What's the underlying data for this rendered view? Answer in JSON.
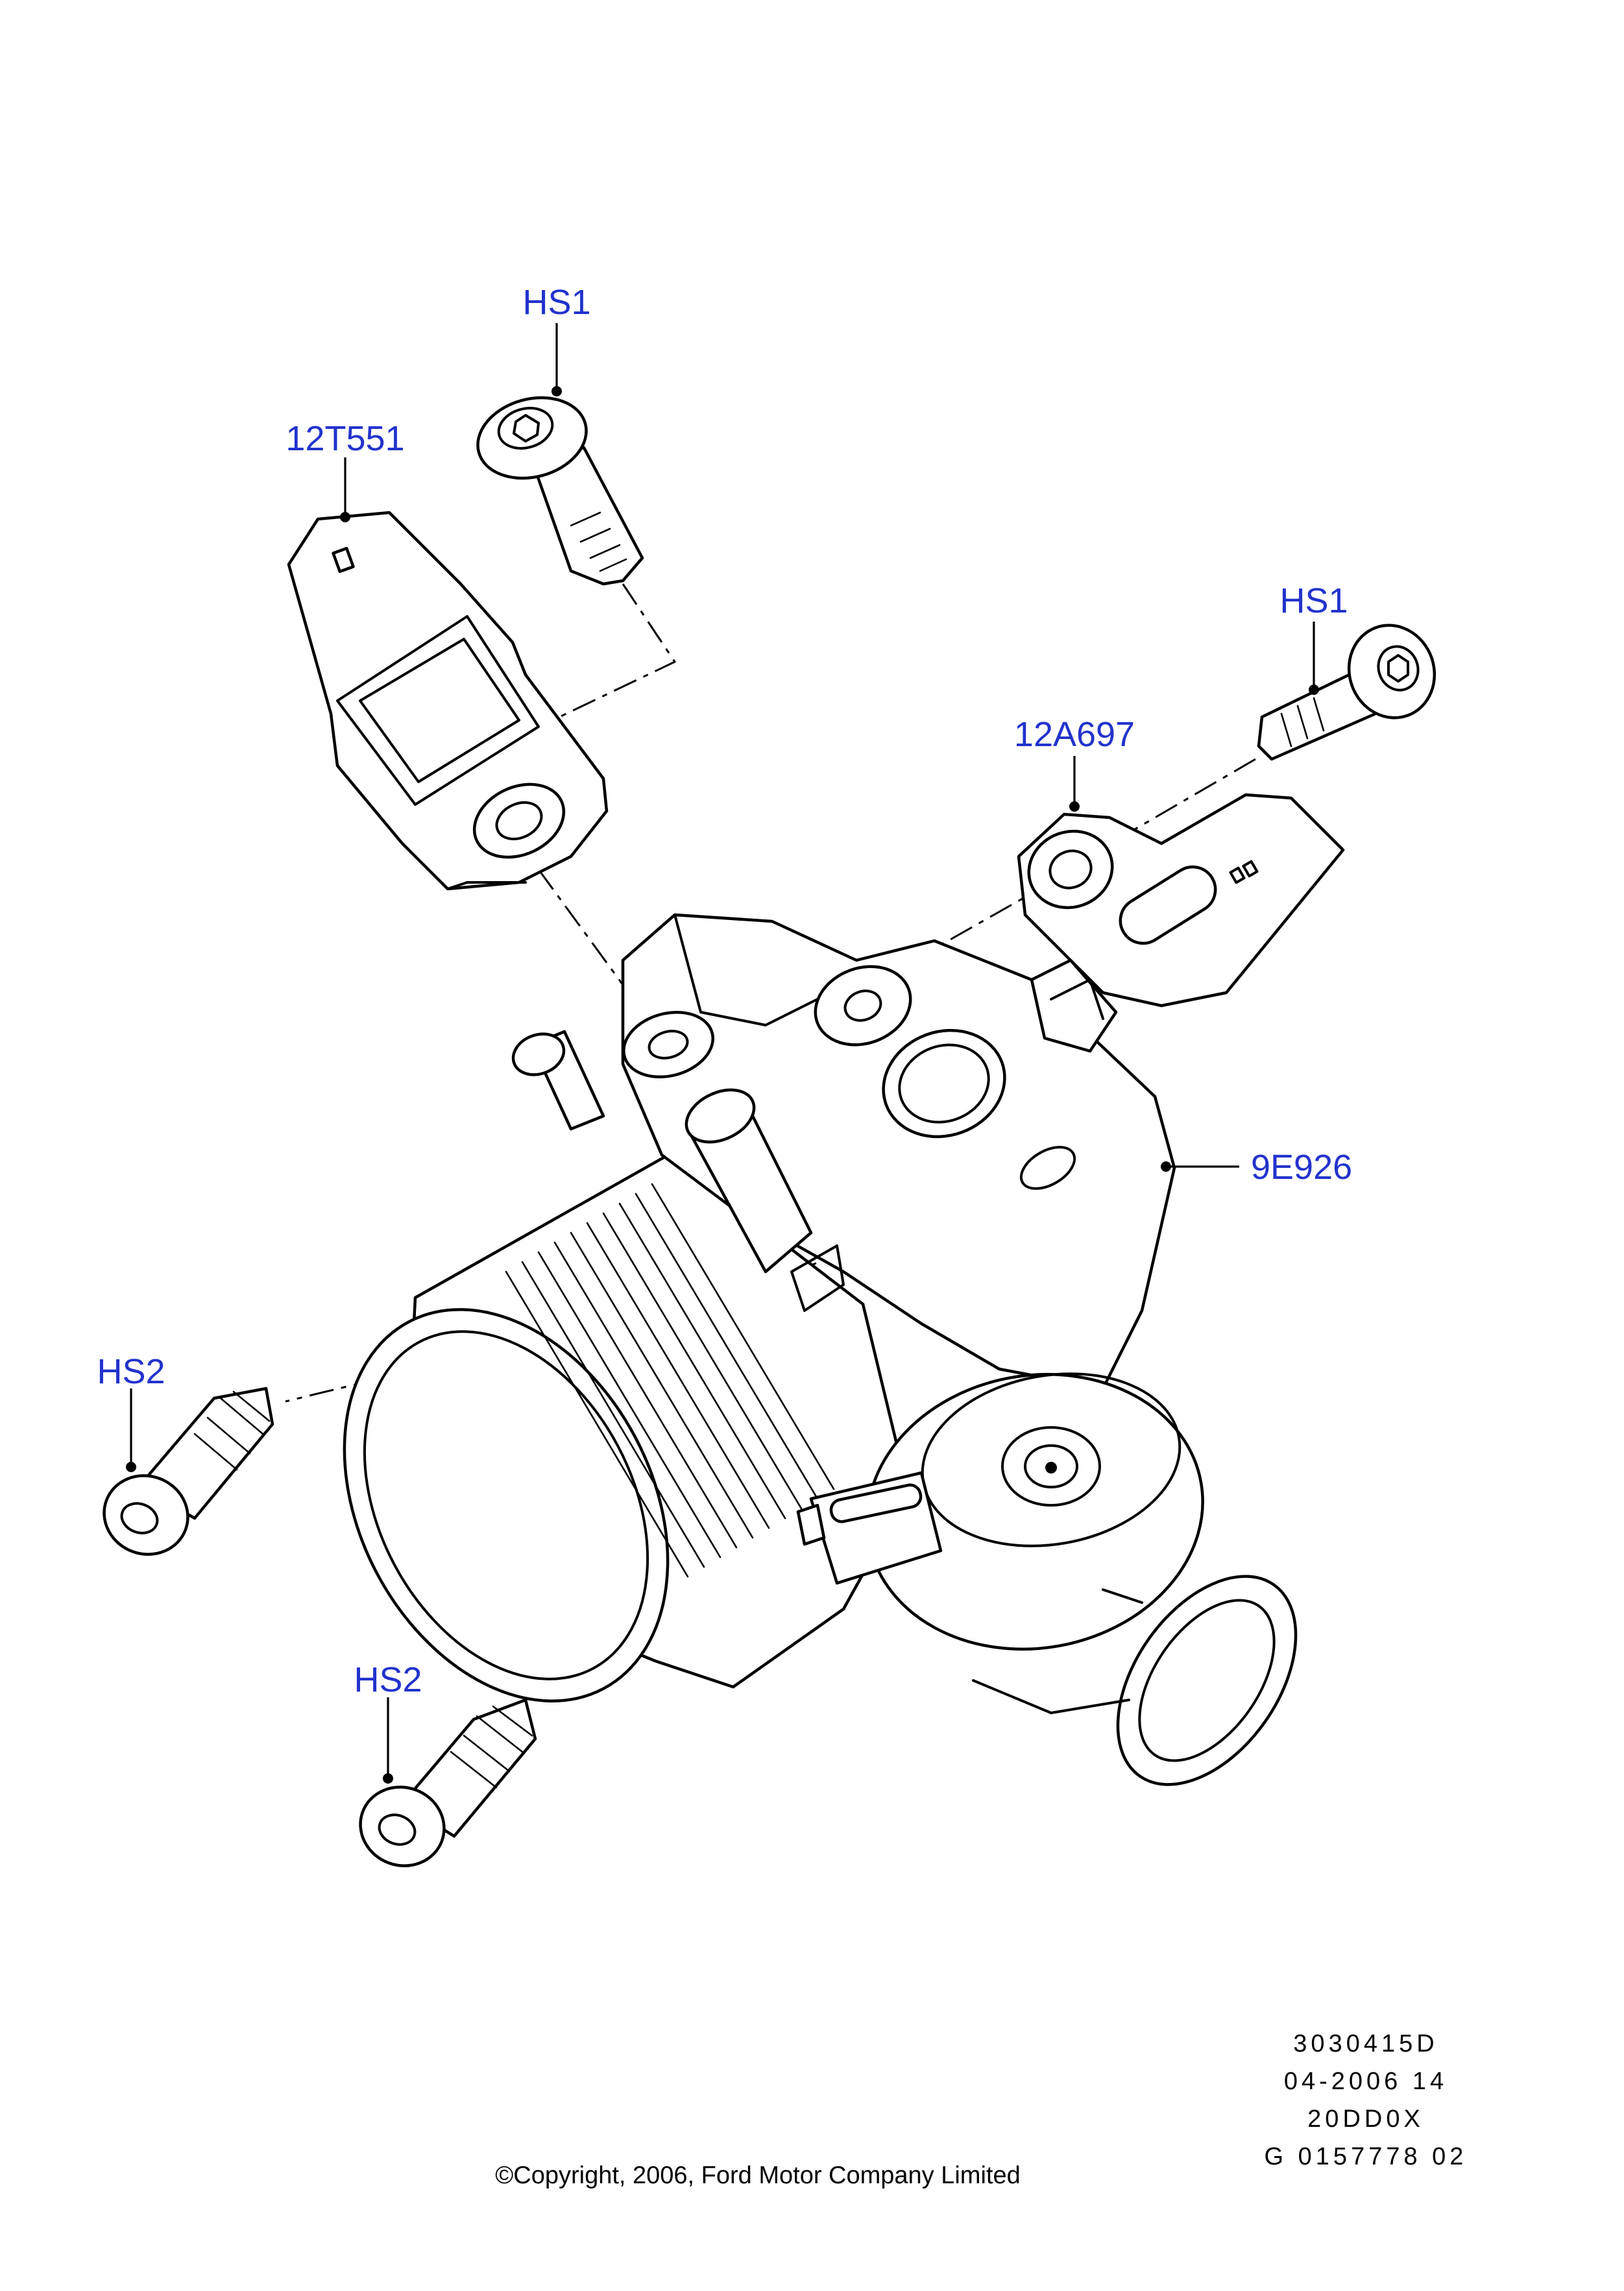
{
  "diagram": {
    "callouts": {
      "hs1_top": "HS1",
      "map_sensor": "12T551",
      "hs1_right": "HS1",
      "tps_sensor": "12A697",
      "throttle_body": "9E926",
      "hs2_left": "HS2",
      "hs2_bottom": "HS2"
    },
    "reference": {
      "line1": "3030415D",
      "line2": "04-2006 14",
      "line3": "20DD0X",
      "line4": "G 0157778 02"
    },
    "copyright": "©Copyright, 2006, Ford Motor Company Limited"
  },
  "colors": {
    "callout_text": "#2233cc",
    "line_art": "#000000",
    "background": "#ffffff"
  }
}
